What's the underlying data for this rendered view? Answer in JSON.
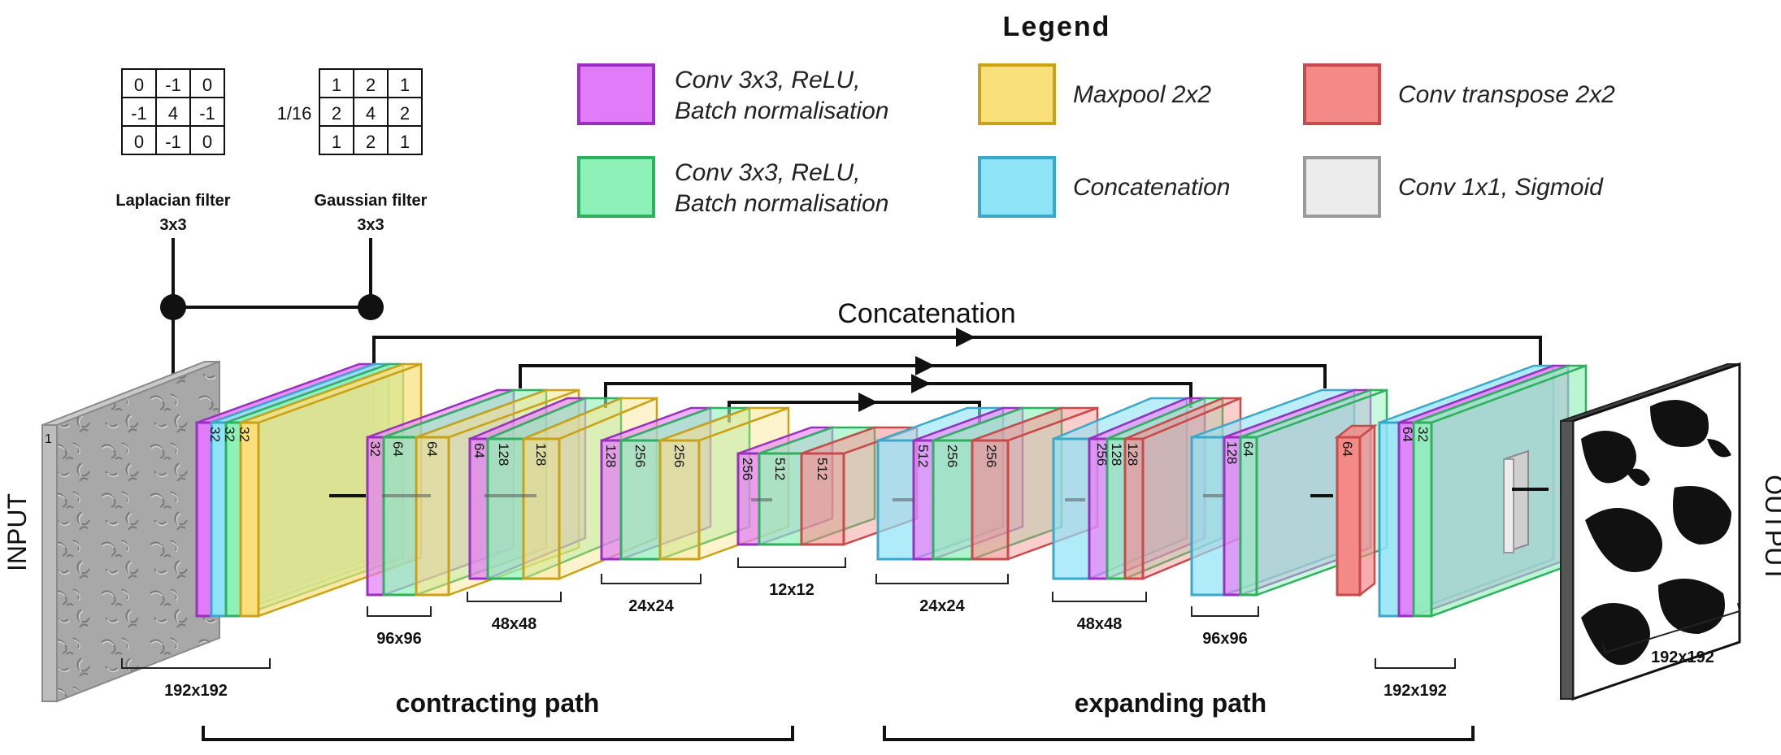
{
  "legend": {
    "title": "Legend",
    "items": [
      {
        "key": "conv_purple",
        "label_lines": [
          "Conv 3x3, ReLU,",
          "Batch normalisation"
        ],
        "fill": "#e27bf7",
        "stroke": "#9a2fc0"
      },
      {
        "key": "maxpool",
        "label_lines": [
          "Maxpool 2x2"
        ],
        "fill": "#f9e07a",
        "stroke": "#c9a21a"
      },
      {
        "key": "convt",
        "label_lines": [
          "Conv transpose 2x2"
        ],
        "fill": "#f38a87",
        "stroke": "#c94a4a"
      },
      {
        "key": "conv_green",
        "label_lines": [
          "Conv 3x3, ReLU,",
          "Batch normalisation"
        ],
        "fill": "#8ef2b8",
        "stroke": "#2fb05f"
      },
      {
        "key": "concat",
        "label_lines": [
          "Concatenation"
        ],
        "fill": "#8fe3f7",
        "stroke": "#3aa9c9"
      },
      {
        "key": "conv1x1",
        "label_lines": [
          "Conv 1x1, Sigmoid"
        ],
        "fill": "#ececec",
        "stroke": "#9a9a9a"
      }
    ]
  },
  "filters": {
    "laplacian": {
      "matrix": [
        [
          "0",
          "-1",
          "0"
        ],
        [
          "-1",
          "4",
          "-1"
        ],
        [
          "0",
          "-1",
          "0"
        ]
      ],
      "label_lines": [
        "Laplacian filter",
        "3x3"
      ]
    },
    "gaussian": {
      "prefix": "1/16",
      "matrix": [
        [
          "1",
          "2",
          "1"
        ],
        [
          "2",
          "4",
          "2"
        ],
        [
          "1",
          "2",
          "1"
        ]
      ],
      "label_lines": [
        "Gaussian filter",
        "3x3"
      ]
    }
  },
  "labels": {
    "input": "INPUT",
    "output": "OUTPUT",
    "concatenation": "Concatenation",
    "contracting": "contracting path",
    "expanding": "expanding path",
    "input_channels": "1"
  },
  "channels": {
    "b1": [
      "32",
      "32",
      "32"
    ],
    "b2": [
      "32",
      "64",
      "64"
    ],
    "b3": [
      "64",
      "128",
      "128"
    ],
    "b4": [
      "128",
      "256",
      "256"
    ],
    "b5": [
      "256",
      "512",
      "512"
    ],
    "b6": [
      "512",
      "256",
      "256"
    ],
    "b7": [
      "256",
      "128",
      "128"
    ],
    "b8": [
      "128",
      "64"
    ],
    "b9": [
      "64"
    ],
    "b10": [
      "64",
      "32"
    ]
  },
  "sizes": {
    "in": "192x192",
    "b2": "96x96",
    "b3": "48x48",
    "b4": "24x24",
    "b5": "12x12",
    "b6": "24x24",
    "b7": "48x48",
    "b8": "96x96",
    "b10": "192x192",
    "out": "192x192"
  }
}
